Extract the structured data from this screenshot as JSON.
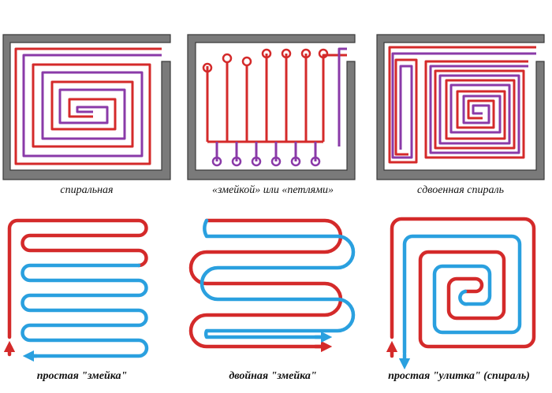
{
  "colors": {
    "wall": "#7a7a7a",
    "wall_edge": "#3a3a3a",
    "hot": "#d42a2a",
    "cold": "#2aa0df",
    "purple": "#8a3aa8"
  },
  "captions": {
    "spiral": "спиральная",
    "snake_loops": "«змейкой» или «петлями»",
    "double_spiral": "сдвоенная спираль",
    "simple_snake": "простая \"змейка\"",
    "double_snake": "двойная \"змейка\"",
    "snail": "простая \"улитка\" (спираль)"
  }
}
